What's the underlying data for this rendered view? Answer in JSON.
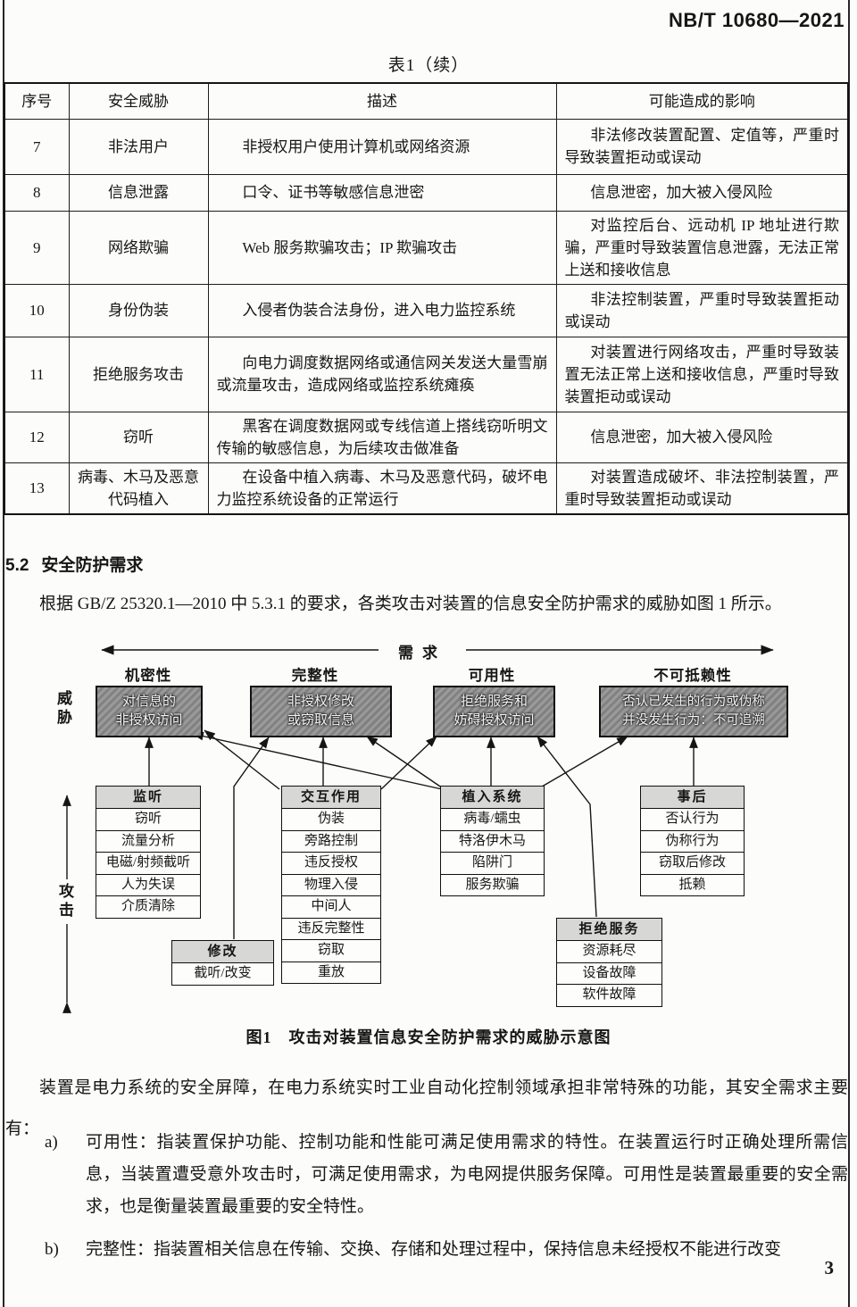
{
  "page": {
    "header": "NB/T 10680—2021",
    "page_number": "3"
  },
  "table": {
    "title": "表1（续）",
    "columns": [
      "序号",
      "安全威胁",
      "描述",
      "可能造成的影响"
    ],
    "rows": [
      {
        "no": "7",
        "threat": "非法用户",
        "desc": "非授权用户使用计算机或网络资源",
        "impact": "非法修改装置配置、定值等，严重时导致装置拒动或误动"
      },
      {
        "no": "8",
        "threat": "信息泄露",
        "desc": "口令、证书等敏感信息泄密",
        "impact": "信息泄密，加大被入侵风险"
      },
      {
        "no": "9",
        "threat": "网络欺骗",
        "desc": "Web 服务欺骗攻击；IP 欺骗攻击",
        "impact": "对监控后台、远动机 IP 地址进行欺骗，严重时导致装置信息泄露，无法正常上送和接收信息"
      },
      {
        "no": "10",
        "threat": "身份伪装",
        "desc": "入侵者伪装合法身份，进入电力监控系统",
        "impact": "非法控制装置，严重时导致装置拒动或误动"
      },
      {
        "no": "11",
        "threat": "拒绝服务攻击",
        "desc": "向电力调度数据网络或通信网关发送大量雪崩或流量攻击，造成网络或监控系统瘫痪",
        "impact": "对装置进行网络攻击，严重时导致装置无法正常上送和接收信息，严重时导致装置拒动或误动"
      },
      {
        "no": "12",
        "threat": "窃听",
        "desc": "黑客在调度数据网或专线信道上搭线窃听明文传输的敏感信息，为后续攻击做准备",
        "impact": "信息泄密，加大被入侵风险"
      },
      {
        "no": "13",
        "threat": "病毒、木马及恶意代码植入",
        "desc": "在设备中植入病毒、木马及恶意代码，破坏电力监控系统设备的正常运行",
        "impact": "对装置造成破坏、非法控制装置，严重时导致装置拒动或误动"
      }
    ]
  },
  "section": {
    "number": "5.2",
    "title": "安全防护需求"
  },
  "intro": "根据 GB/Z 25320.1—2010 中 5.3.1 的要求，各类攻击对装置的信息安全防护需求的威胁如图 1 所示。",
  "figure": {
    "caption": "图1　攻击对装置信息安全防护需求的威胁示意图",
    "demand_axis_label": "需求",
    "threat_axis_label": "威胁",
    "attack_axis_label": "攻击",
    "demand_categories": [
      "机密性",
      "完整性",
      "可用性",
      "不可抵赖性"
    ],
    "threat_boxes": [
      [
        "对信息的",
        "非授权访问"
      ],
      [
        "非授权修改",
        "或窃取信息"
      ],
      [
        "拒绝服务和",
        "妨碍授权访问"
      ],
      [
        "否认已发生的行为或伪称",
        "并没发生行为：不可追溯"
      ]
    ],
    "attack_groups": [
      {
        "title": "监听",
        "items": [
          "窃听",
          "流量分析",
          "电磁/射频截听",
          "人为失误",
          "介质清除"
        ]
      },
      {
        "title": "修改",
        "items": [
          "截听/改变"
        ]
      },
      {
        "title": "交互作用",
        "items": [
          "伪装",
          "旁路控制",
          "违反授权",
          "物理入侵",
          "中间人",
          "违反完整性",
          "窃取",
          "重放"
        ]
      },
      {
        "title": "植入系统",
        "items": [
          "病毒/蠕虫",
          "特洛伊木马",
          "陷阱门",
          "服务欺骗"
        ]
      },
      {
        "title": "拒绝服务",
        "items": [
          "资源耗尽",
          "设备故障",
          "软件故障"
        ]
      },
      {
        "title": "事后",
        "items": [
          "否认行为",
          "伪称行为",
          "窃取后修改",
          "抵赖"
        ]
      }
    ]
  },
  "body": {
    "paragraph": "装置是电力系统的安全屏障，在电力系统实时工业自动化控制领域承担非常特殊的功能，其安全需求主要有：",
    "item_a_label": "a)",
    "item_a": "可用性：指装置保护功能、控制功能和性能可满足使用需求的特性。在装置运行时正确处理所需信息，当装置遭受意外攻击时，可满足使用需求，为电网提供服务保障。可用性是装置最重要的安全需求，也是衡量装置最重要的安全特性。",
    "item_b_label": "b)",
    "item_b": "完整性：指装置相关信息在传输、交换、存储和处理过程中，保持信息未经授权不能进行改变"
  }
}
